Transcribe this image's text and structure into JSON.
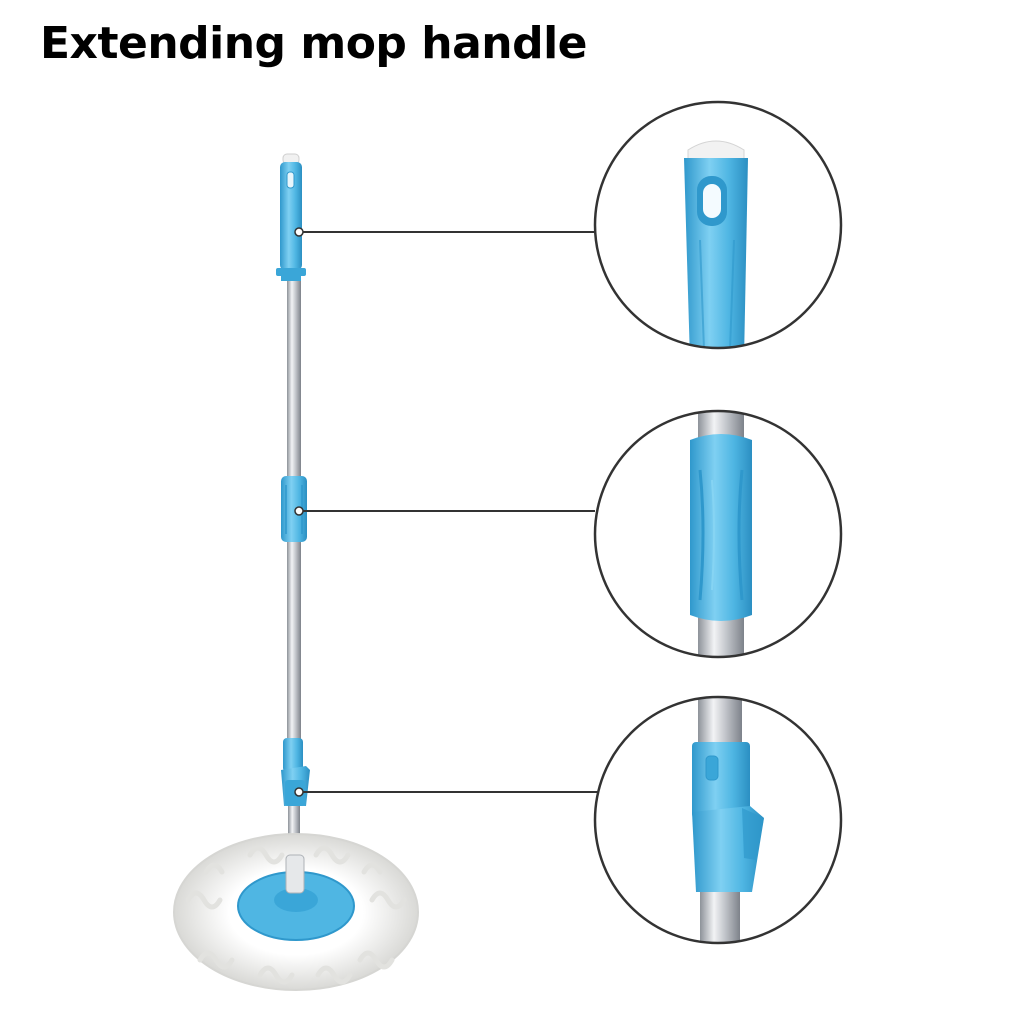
{
  "title": "Extending mop handle",
  "colors": {
    "plastic": "#4fb6e3",
    "plastic_dark": "#2f98cc",
    "steel": "#c9ccd1",
    "leader_line": "#333333",
    "mop_head": "#f4f4f2",
    "background": "#ffffff"
  },
  "callouts": [
    {
      "name": "top-handle-cap",
      "icon": "grip-end-cap"
    },
    {
      "name": "middle-joint",
      "icon": "twist-lock-joint"
    },
    {
      "name": "bottom-clip",
      "icon": "clip-lock"
    }
  ]
}
